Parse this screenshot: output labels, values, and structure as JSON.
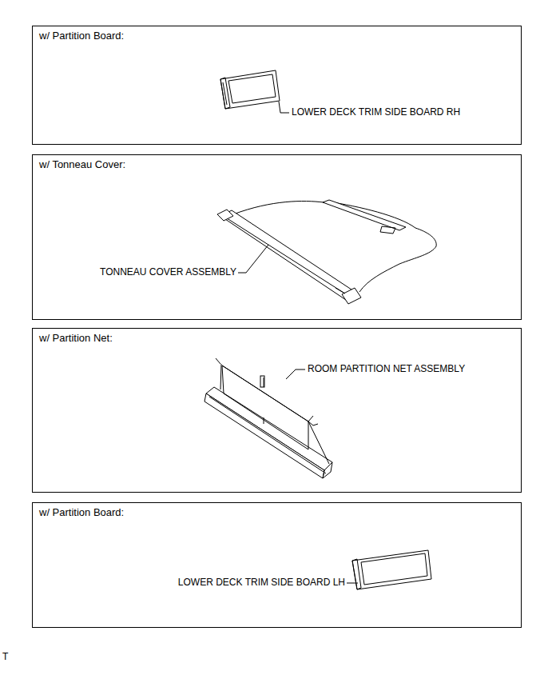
{
  "diagram": {
    "nodes": [
      {
        "text": [
          "w/ Partition Board:",
          "LOWER DECK TRIM SIDE BOARD RH"
        ]
      },
      {
        "text": [
          "w/ Tonneau Cover:",
          "TONNEAU COVER ASSEMBLY"
        ]
      },
      {
        "text": [
          "w/ Partition Net:",
          "ROOM PARTITION NET ASSEMBLY"
        ]
      },
      {
        "text": [
          "w/ Partition Board:",
          "LOWER DECK TRIM SIDE BOARD LH"
        ]
      }
    ],
    "labels": [
      "T"
    ]
  }
}
